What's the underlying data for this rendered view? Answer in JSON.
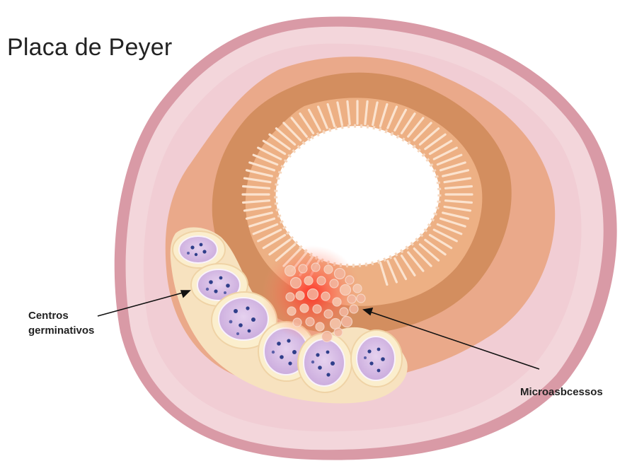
{
  "title": "Placa de Peyer",
  "labels": {
    "centros_line1": "Centros",
    "centros_line2": "germinativos",
    "microabscesos": "Microasbcessos"
  },
  "colors": {
    "serosa": "#d99aa6",
    "outer_wall": "#f2d3d8",
    "submucosa": "#e9a98a",
    "mucosa": "#d48f60",
    "lumen": "#ffffff",
    "follicle_shell": "#fbeecd",
    "germinal_center": "#d7bde3",
    "nucleus": "#2f3f8a",
    "inflammation": "#ff3b30"
  }
}
